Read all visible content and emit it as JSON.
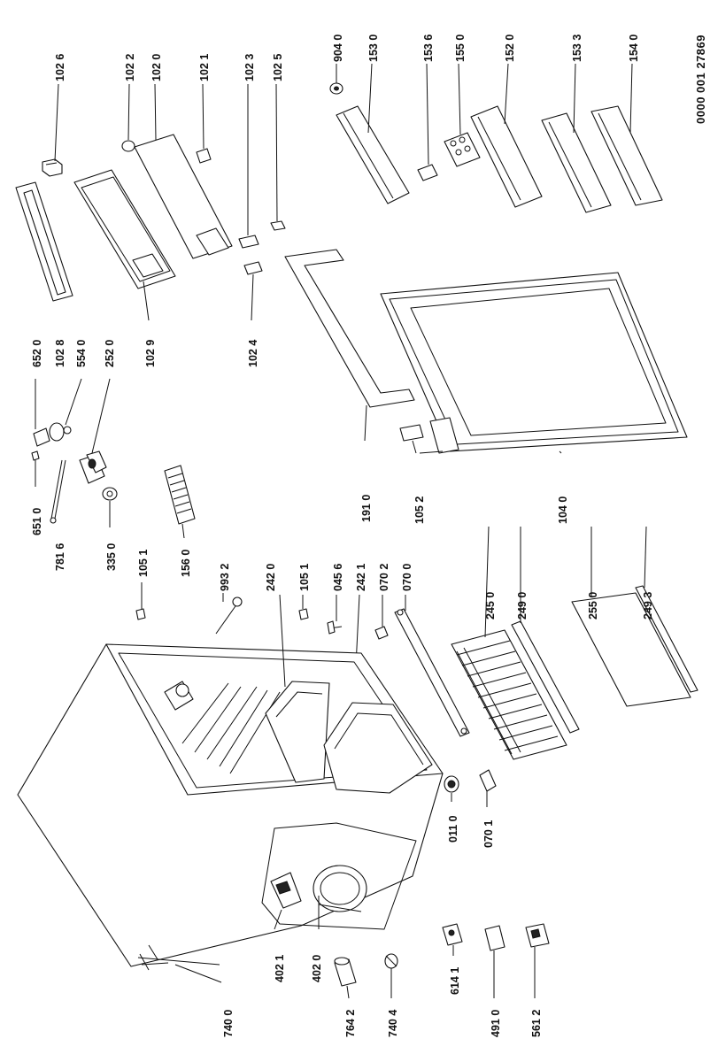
{
  "document_code": "0000 001 27869",
  "labels": {
    "l1026": "102 6",
    "l1022": "102 2",
    "l1020": "102 0",
    "l1021": "102 1",
    "l1023": "102 3",
    "l1025": "102 5",
    "l9040": "904 0",
    "l1530": "153 0",
    "l1536": "153 6",
    "l1550": "155 0",
    "l1520": "152 0",
    "l1533": "153 3",
    "l1540": "154 0",
    "l6520": "652 0",
    "l1028": "102 8",
    "l5540": "554 0",
    "l2520": "252 0",
    "l1029": "102 9",
    "l1024": "102 4",
    "l6510": "651 0",
    "l7816": "781 6",
    "l3350": "335 0",
    "l1051a": "105 1",
    "l1560": "156 0",
    "l9932": "993 2",
    "l2420": "242 0",
    "l1051b": "105 1",
    "l0456": "045 6",
    "l2421": "242 1",
    "l0702": "070 2",
    "l0700": "070 0",
    "l1910": "191 0",
    "l1052": "105 2",
    "l2450": "245 0",
    "l2490": "249 0",
    "l1040": "104 0",
    "l2550": "255 0",
    "l2493": "249 3",
    "l0110": "011 0",
    "l0701": "070 1",
    "l7400": "740 0",
    "l4021": "402 1",
    "l4020": "402 0",
    "l7642": "764 2",
    "l7404": "740 4",
    "l6141": "614 1",
    "l4910": "491 0",
    "l5612": "561 2"
  }
}
